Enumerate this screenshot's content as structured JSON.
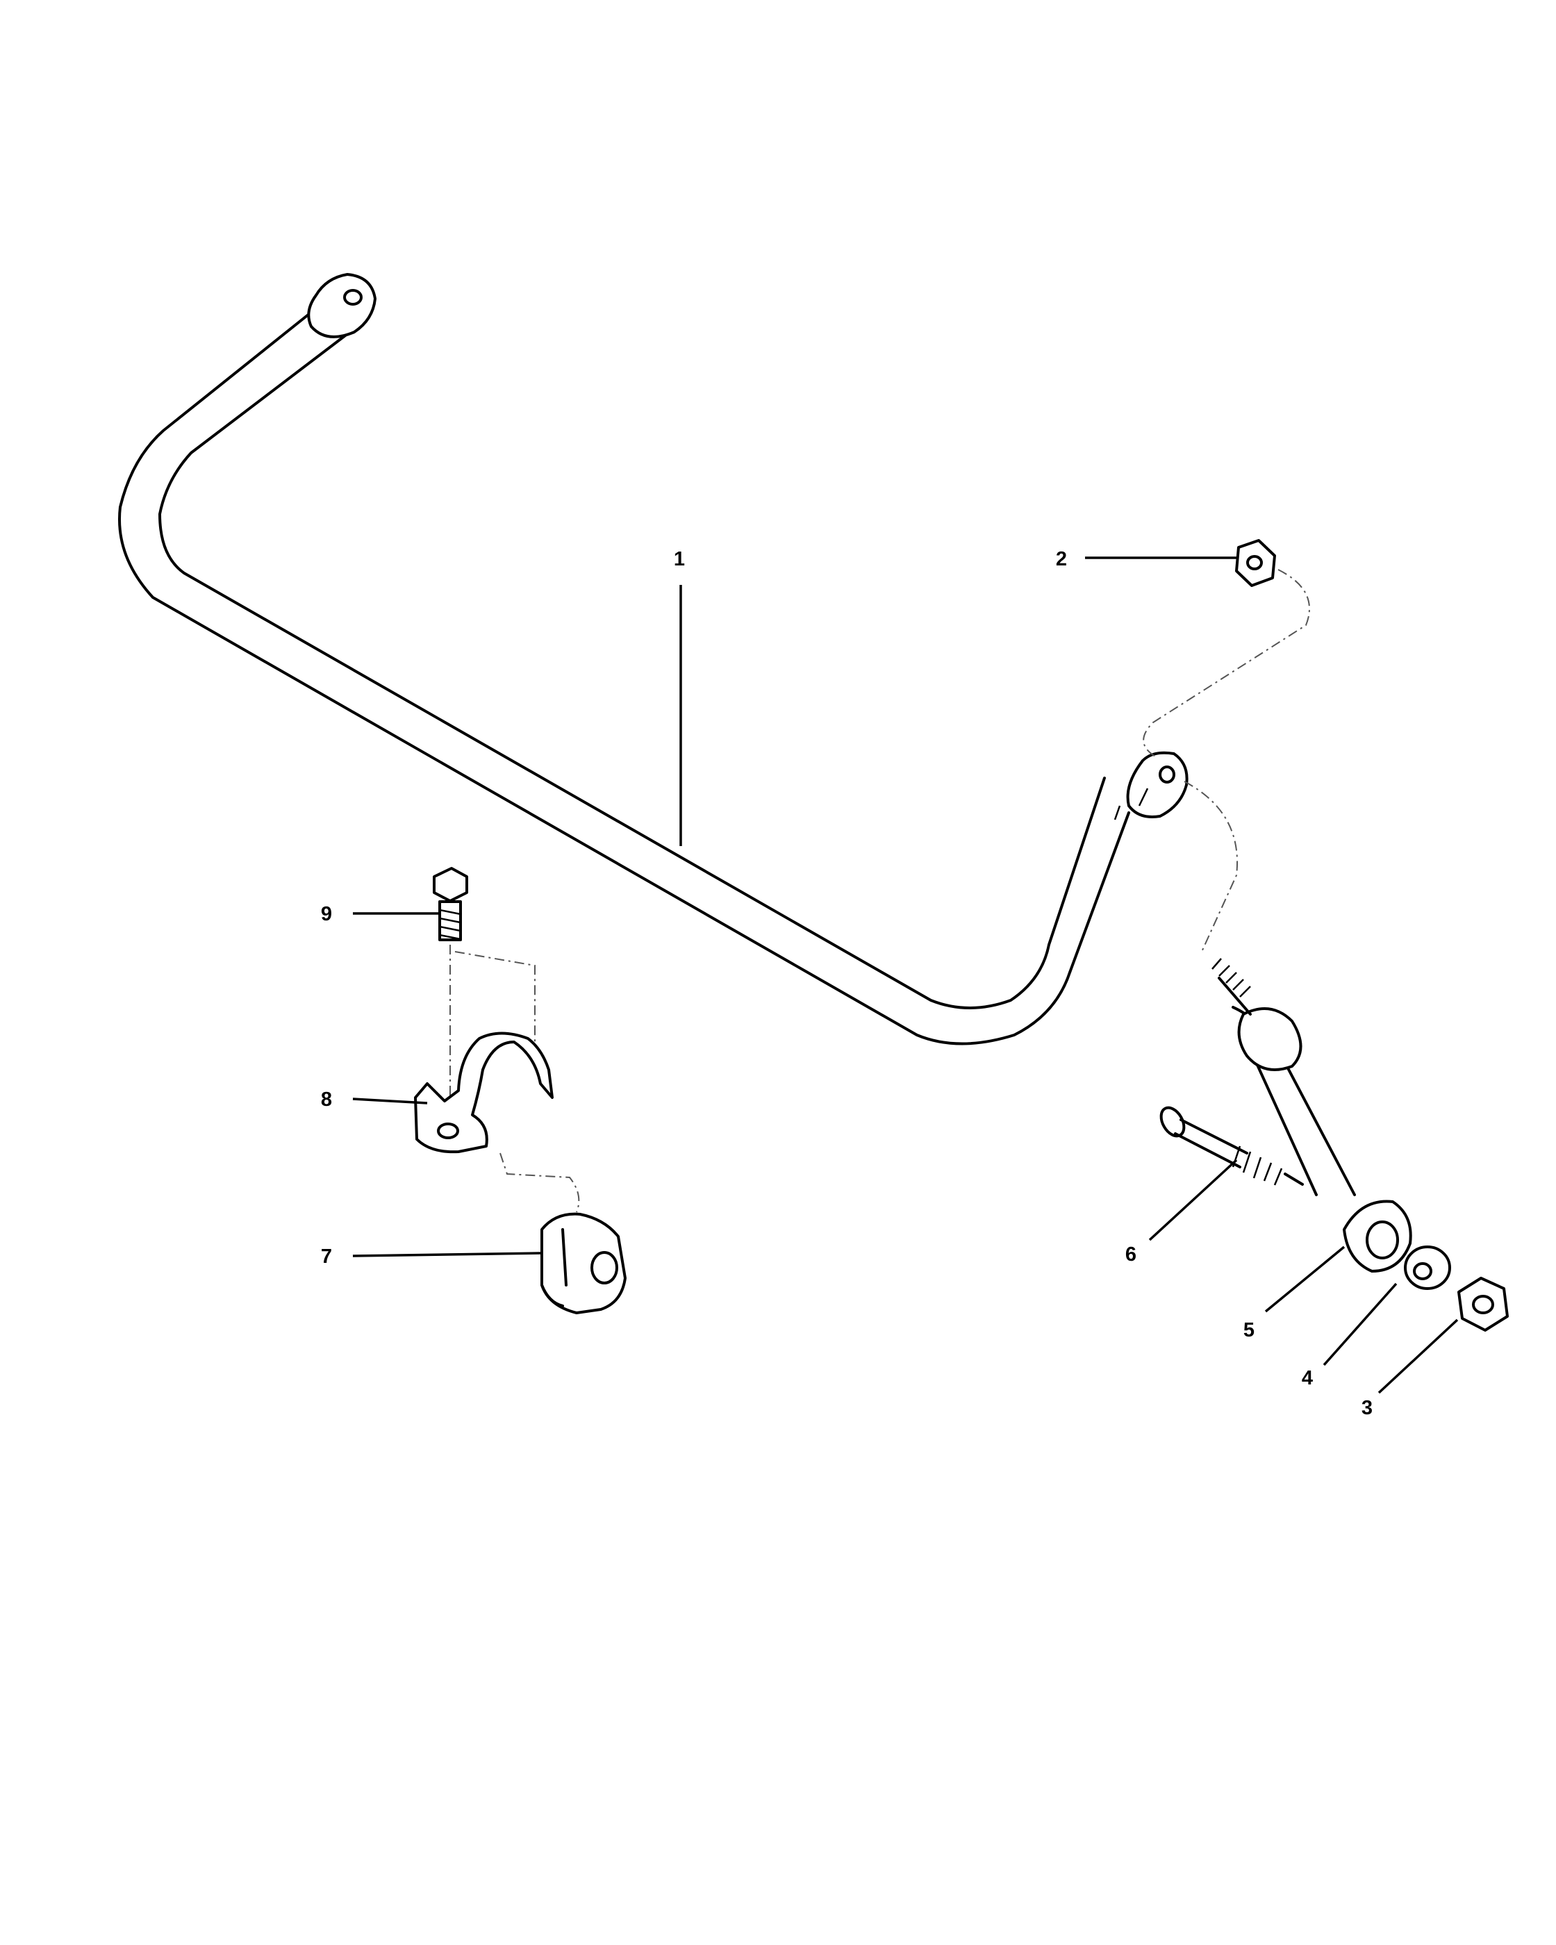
{
  "callouts": [
    {
      "id": "1",
      "label": "1",
      "part": "stabilizer-bar"
    },
    {
      "id": "2",
      "label": "2",
      "part": "nut-upper"
    },
    {
      "id": "3",
      "label": "3",
      "part": "nut-lower"
    },
    {
      "id": "4",
      "label": "4",
      "part": "washer"
    },
    {
      "id": "5",
      "label": "5",
      "part": "link"
    },
    {
      "id": "6",
      "label": "6",
      "part": "bolt"
    },
    {
      "id": "7",
      "label": "7",
      "part": "bushing"
    },
    {
      "id": "8",
      "label": "8",
      "part": "bracket"
    },
    {
      "id": "9",
      "label": "9",
      "part": "clamp-bolt"
    }
  ]
}
